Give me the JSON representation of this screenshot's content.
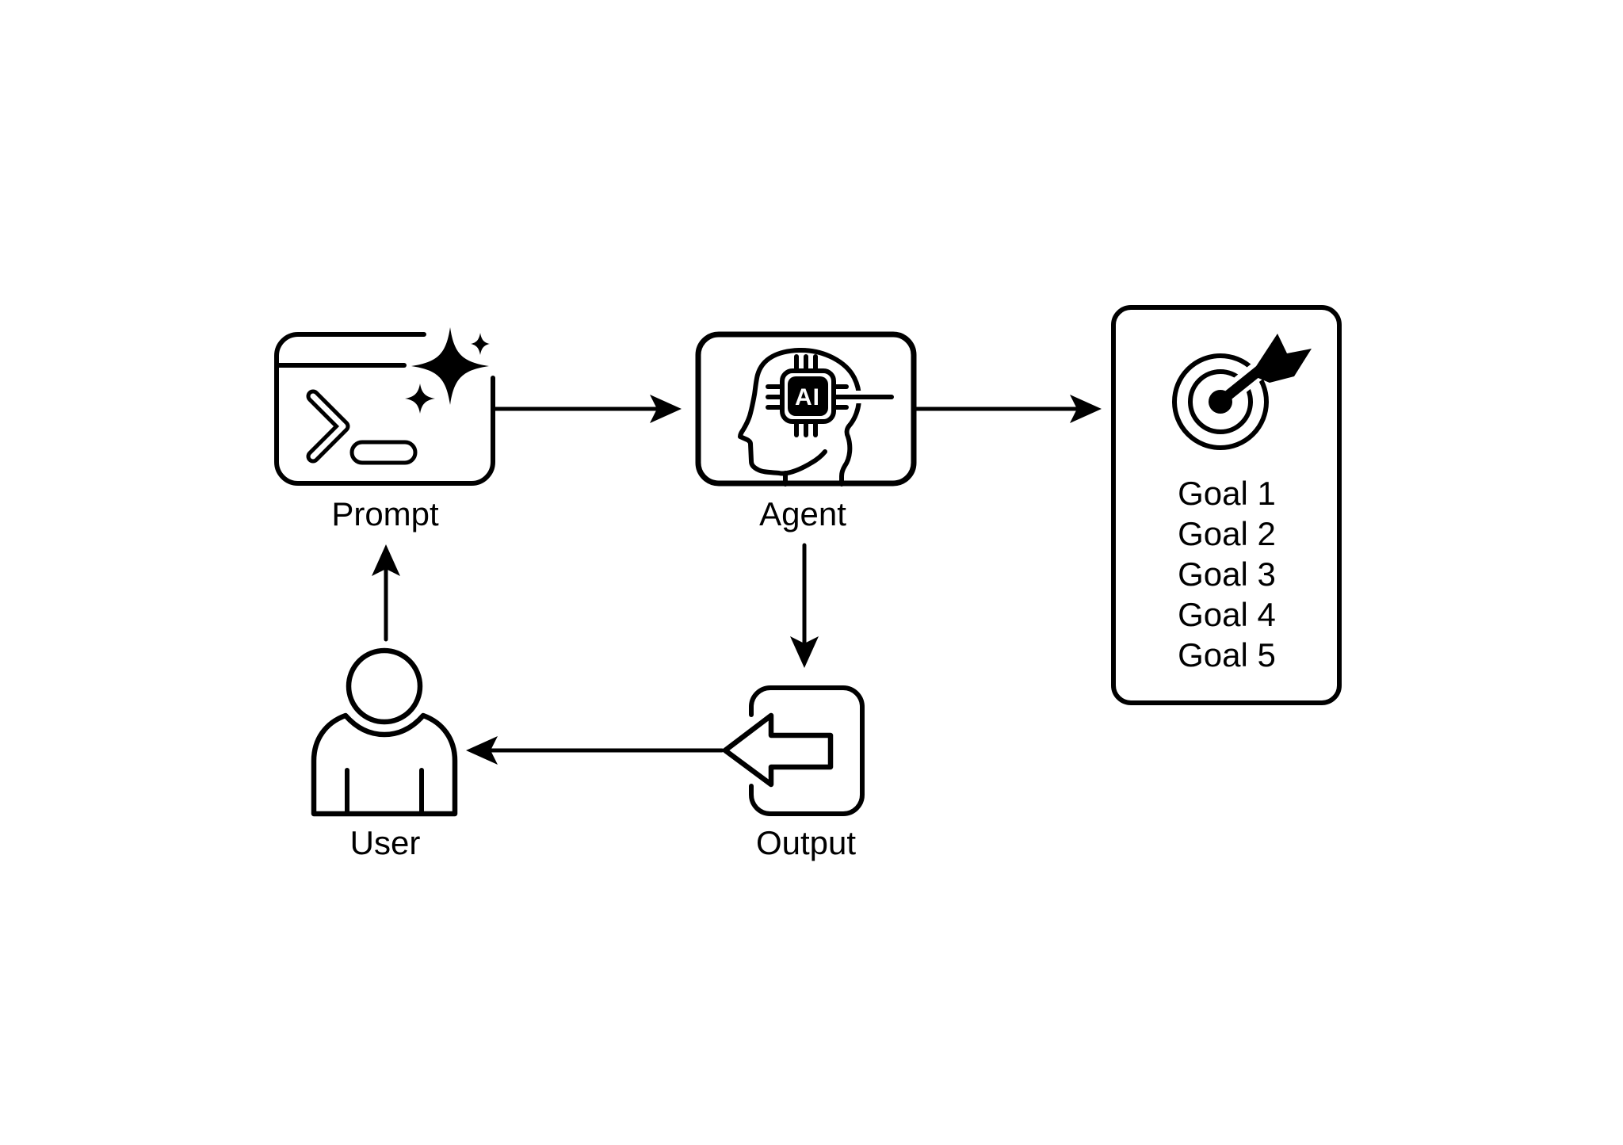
{
  "diagram": {
    "colors": {
      "background": "#ffffff",
      "line": "#000000"
    },
    "nodes": {
      "prompt": {
        "label": "Prompt",
        "icon": "terminal-sparkles-icon"
      },
      "agent": {
        "label": "Agent",
        "icon": "head-ai-chip-icon",
        "chip_label": "AI"
      },
      "goals": {
        "icon": "target-dart-icon",
        "items": [
          "Goal 1",
          "Goal 2",
          "Goal 3",
          "Goal 4",
          "Goal 5"
        ]
      },
      "output": {
        "label": "Output",
        "icon": "export-left-arrow-icon"
      },
      "user": {
        "label": "User",
        "icon": "person-icon"
      }
    },
    "edges": [
      {
        "from": "prompt",
        "to": "agent"
      },
      {
        "from": "agent",
        "to": "goals"
      },
      {
        "from": "agent",
        "to": "output"
      },
      {
        "from": "output",
        "to": "user"
      },
      {
        "from": "user",
        "to": "prompt"
      }
    ]
  }
}
